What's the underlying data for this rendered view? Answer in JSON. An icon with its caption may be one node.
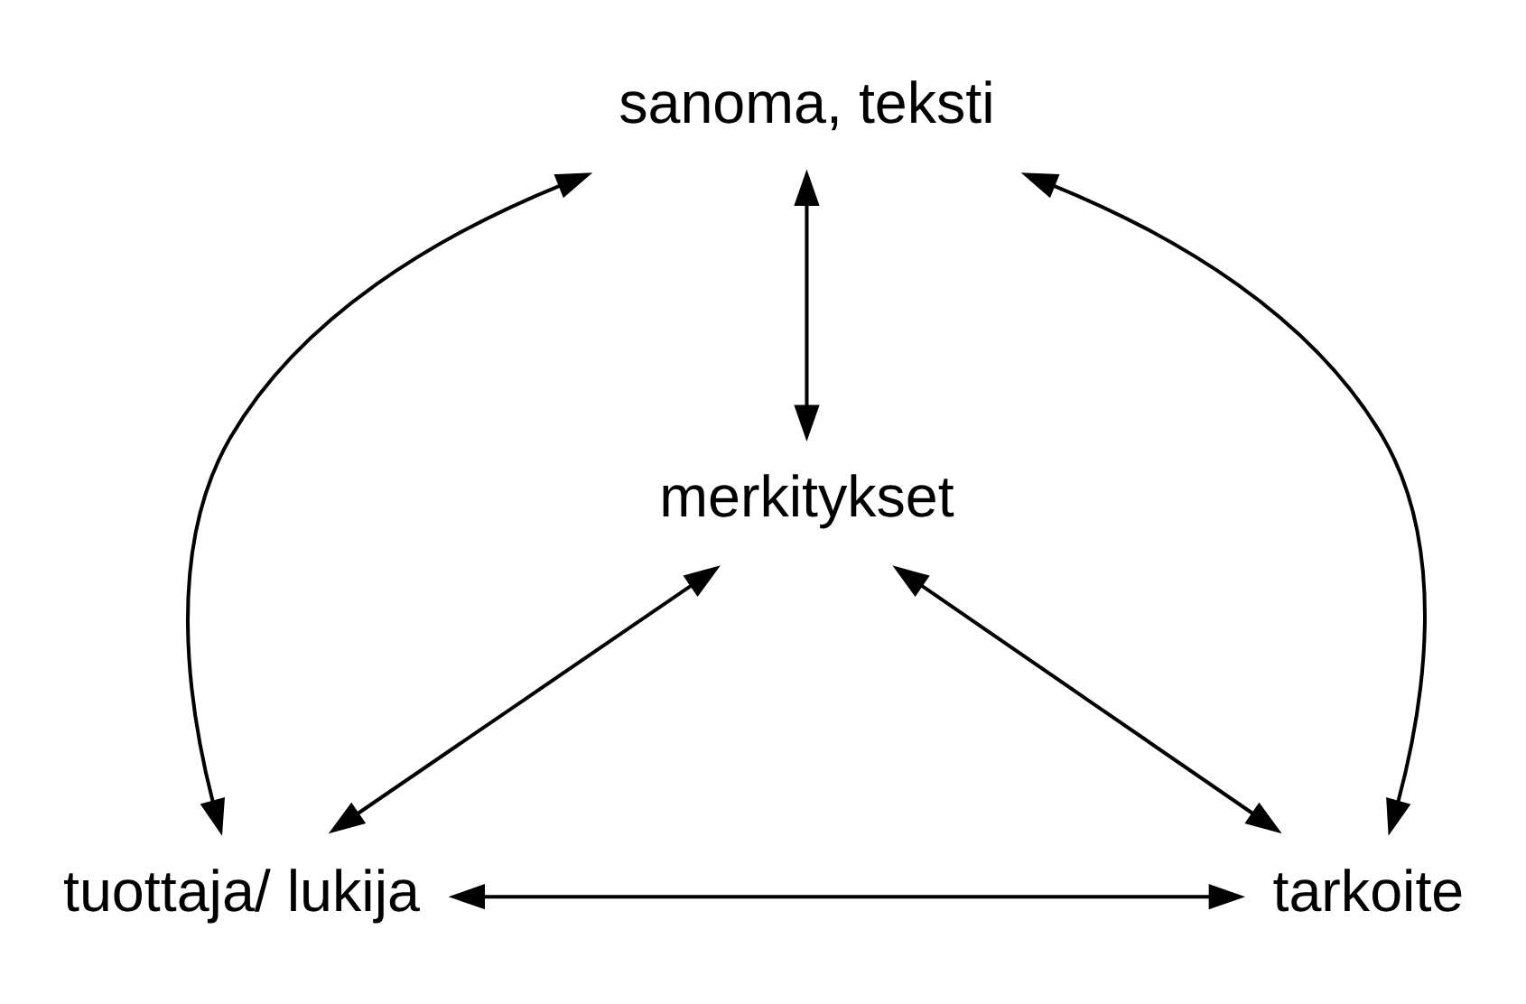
{
  "diagram": {
    "nodes": [
      {
        "text": [
          "sanoma, teksti"
        ]
      },
      {
        "text": [
          "merkitykset"
        ]
      },
      {
        "text": [
          "tuottaja/ lukija"
        ]
      },
      {
        "text": [
          "tarkoite"
        ]
      }
    ],
    "edges": [
      {
        "from": 0,
        "to": 2,
        "arrow": "both"
      },
      {
        "from": 0,
        "to": 1,
        "arrow": "both"
      },
      {
        "from": 0,
        "to": 3,
        "arrow": "both"
      },
      {
        "from": 2,
        "to": 1,
        "arrow": "both"
      },
      {
        "from": 1,
        "to": 3,
        "arrow": "both"
      },
      {
        "from": 2,
        "to": 3,
        "arrow": "both"
      }
    ]
  }
}
